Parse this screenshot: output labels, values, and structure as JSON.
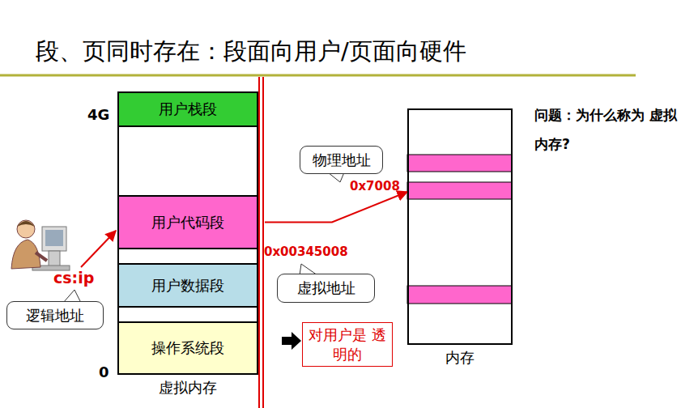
{
  "diagram": {
    "title": "段、页同时存在：段面向用户/页面向硬件",
    "nodes": [
      {
        "text": [
          "虚拟内存"
        ]
      },
      {
        "text": [
          "用户栈段"
        ],
        "in": 0
      },
      {
        "text": [
          "用户代码段"
        ],
        "in": 0
      },
      {
        "text": [
          "用户数据段"
        ],
        "in": 0
      },
      {
        "text": [
          "操作系统段"
        ],
        "in": 0
      },
      {
        "text": [
          "物理地址"
        ]
      },
      {
        "text": [
          "虚拟地址"
        ]
      },
      {
        "text": [
          "逻辑地址"
        ]
      },
      {
        "text": [
          "对用户是 透明的"
        ]
      },
      {
        "text": [
          "内存"
        ]
      }
    ],
    "edges": [
      {
        "from": 2,
        "to": 9,
        "arrow": "to"
      }
    ],
    "labels": [
      "4G",
      "0",
      "cs:ip",
      "0x00345008",
      "0x7008",
      "问题：为什么称为 虚拟内存?"
    ]
  }
}
